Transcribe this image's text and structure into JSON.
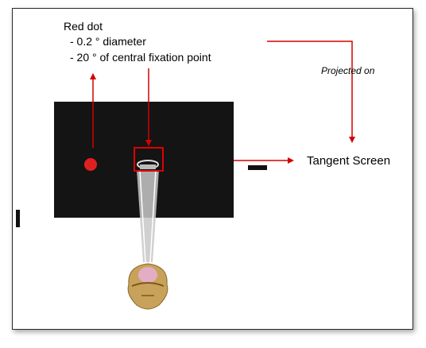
{
  "labels": {
    "red_dot_title": "Red dot",
    "bullet_diameter": "- 0.2 ° diameter",
    "bullet_fixation": "- 20 ° of central fixation point",
    "projected_on": "Projected on",
    "tangent_screen": "Tangent Screen"
  },
  "colors": {
    "arrow": "#d40000",
    "screen": "#141414",
    "red_dot": "#e02020",
    "highlight_box": "#e00000",
    "head": "#c8a25a",
    "beam": "#d0d0d0"
  },
  "icons": {
    "stimulus": "red-dot-icon",
    "fixation": "fixation-point-icon",
    "observer": "observer-head-icon"
  }
}
